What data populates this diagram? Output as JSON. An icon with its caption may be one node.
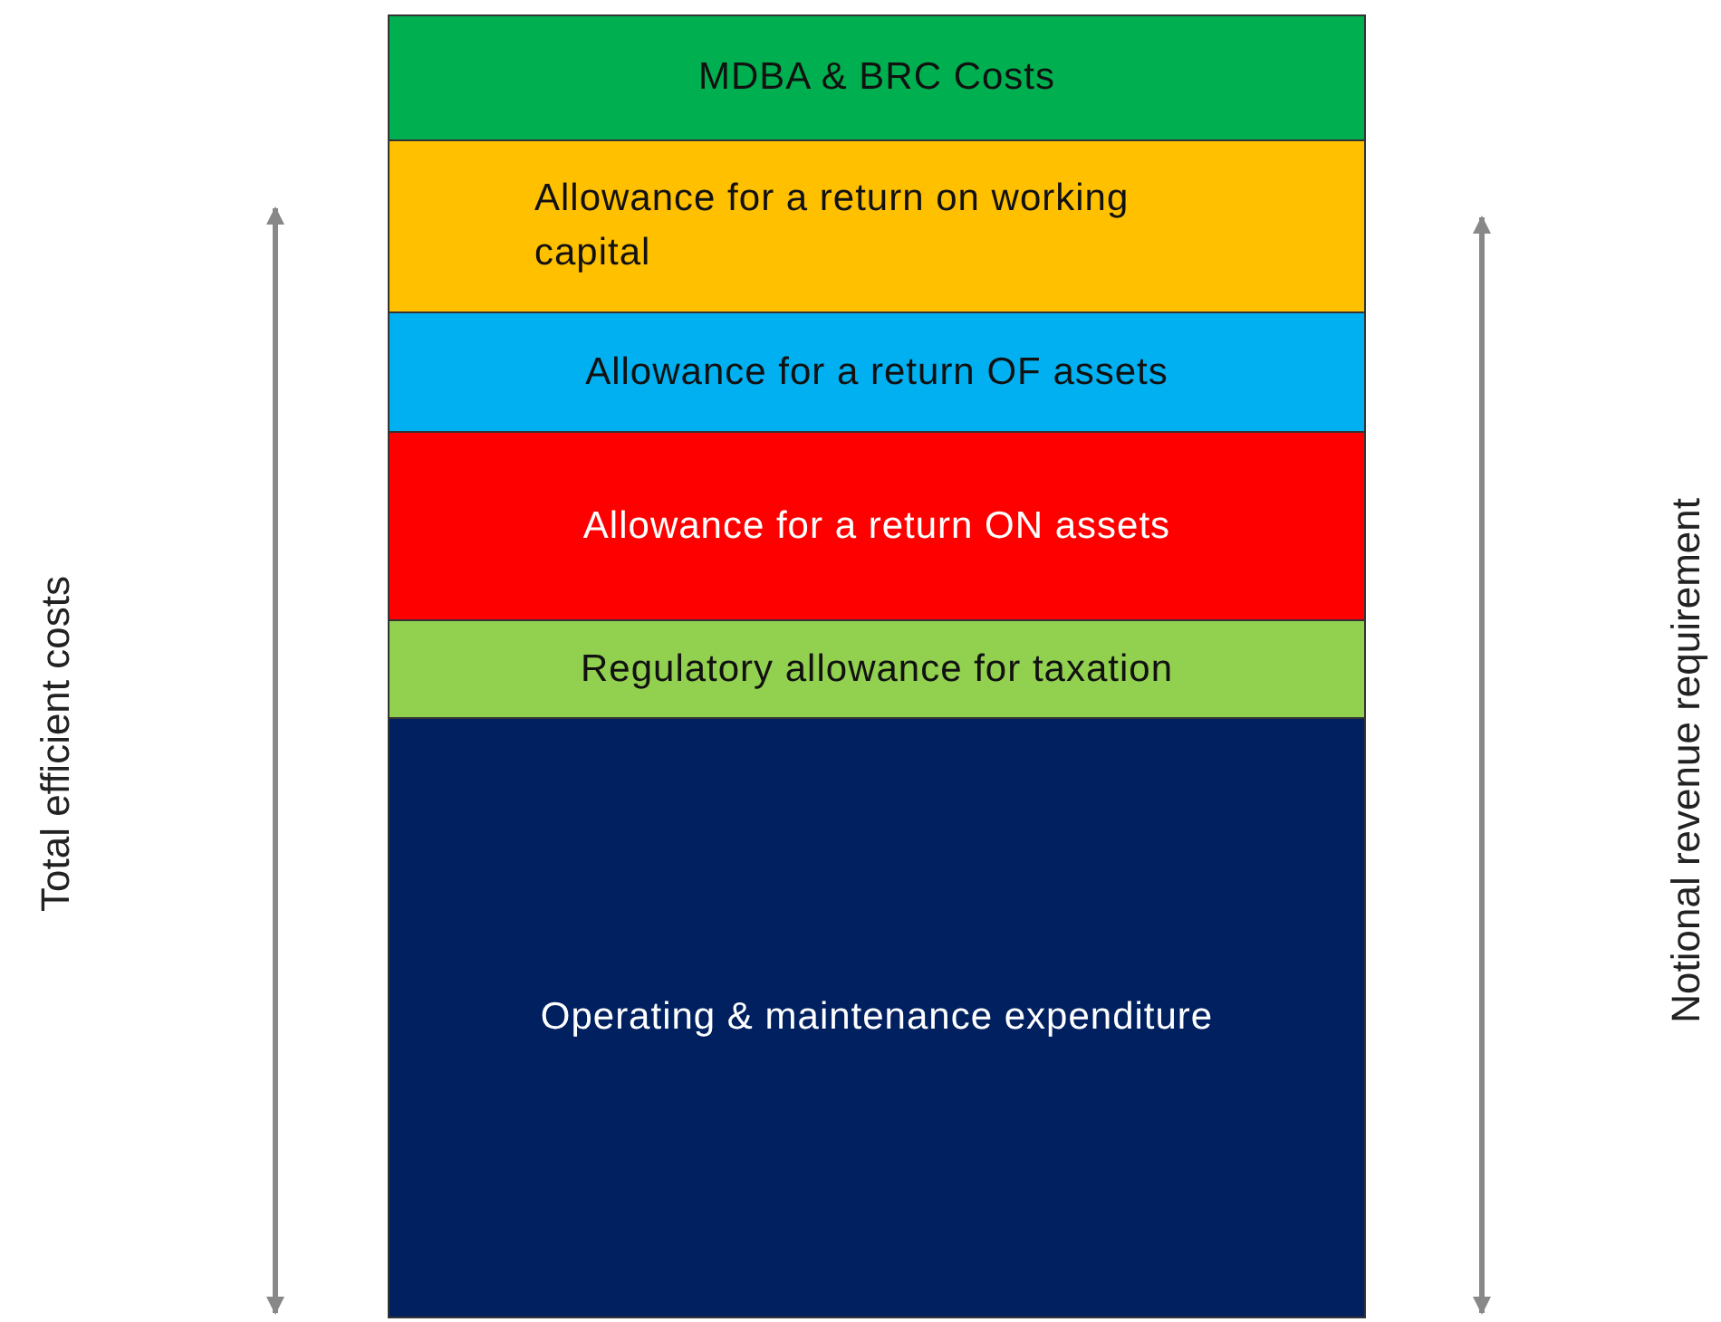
{
  "diagram": {
    "nodes": [
      {
        "text": [
          "MDBA & BRC Costs"
        ]
      },
      {
        "text": [
          "Allowance for a return on working capital"
        ]
      },
      {
        "text": [
          "Allowance for a return OF assets"
        ]
      },
      {
        "text": [
          "Allowance for a return ON assets"
        ]
      },
      {
        "text": [
          "Regulatory allowance for taxation"
        ]
      },
      {
        "text": [
          "Operating & maintenance expenditure"
        ]
      }
    ],
    "labels": [
      "Total efficient costs",
      "Notional revenue requirement"
    ]
  }
}
